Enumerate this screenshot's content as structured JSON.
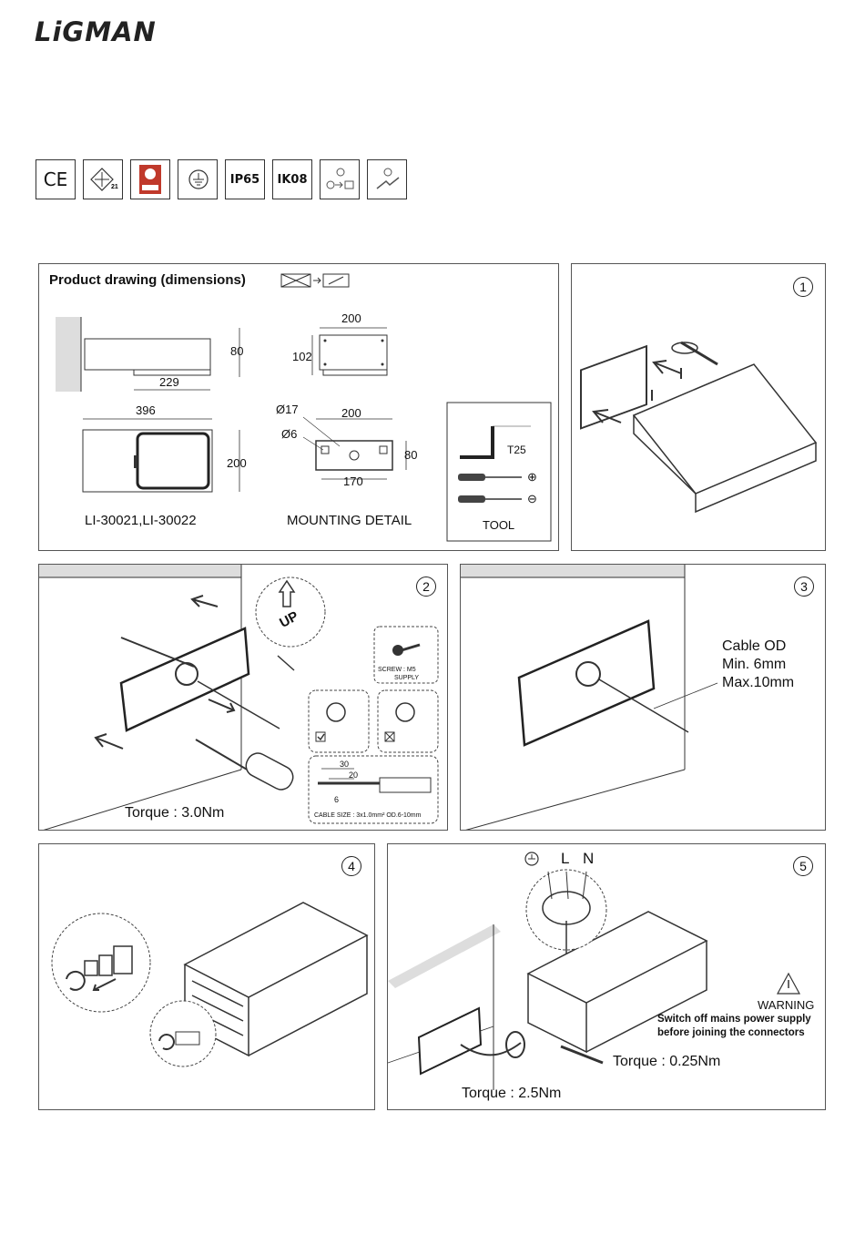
{
  "brand": "LiGMAN",
  "certifications": [
    {
      "label": "CE",
      "icon": "ce-mark-icon"
    },
    {
      "label": "21",
      "icon": "hazard-certification-icon"
    },
    {
      "label": "",
      "icon": "quality-certification-icon"
    },
    {
      "label": "",
      "icon": "earth-ground-icon"
    },
    {
      "label": "IP65",
      "icon": "ip65-icon"
    },
    {
      "label": "IK08",
      "icon": "ik08-icon"
    },
    {
      "label": "",
      "icon": "voltage-icon"
    },
    {
      "label": "",
      "icon": "connection-icon"
    }
  ],
  "dimensions_panel": {
    "title": "Product drawing (dimensions)",
    "side": {
      "length": "229",
      "height": "80"
    },
    "top_view": {
      "width": "200",
      "depth": "102"
    },
    "front": {
      "width": "396",
      "height": "200"
    },
    "mounting": {
      "hole_large": "Ø17",
      "hole_small": "Ø6",
      "width": "200",
      "height": "80",
      "spacing": "170"
    },
    "tool_key": "T25",
    "plus_sign": "⊕",
    "minus_sign": "⊖",
    "model_label": "LI-30021,LI-30022",
    "mounting_label": "MOUNTING DETAIL",
    "tool_label": "TOOL"
  },
  "steps": [
    {
      "number": "1"
    },
    {
      "number": "2",
      "up_label": "UP",
      "screw_label": "SCREW : M5",
      "screw_sub": "SUPPLY",
      "cable_dims": [
        "30",
        "20",
        "6"
      ],
      "cable_size": "CABLE SIZE : 3x1.0mm² OD.6-10mm",
      "torque": "Torque : 3.0Nm"
    },
    {
      "number": "3",
      "cable_od": [
        "Cable OD",
        "Min. 6mm",
        "Max.10mm"
      ]
    },
    {
      "number": "4"
    },
    {
      "number": "5",
      "terminals": [
        "L",
        "N"
      ],
      "warning_title": "WARNING",
      "warning_lines": [
        "Switch off mains power supply",
        "before joining the connectors"
      ],
      "torque_a": "Torque : 0.25Nm",
      "torque_b": "Torque : 2.5Nm"
    }
  ]
}
